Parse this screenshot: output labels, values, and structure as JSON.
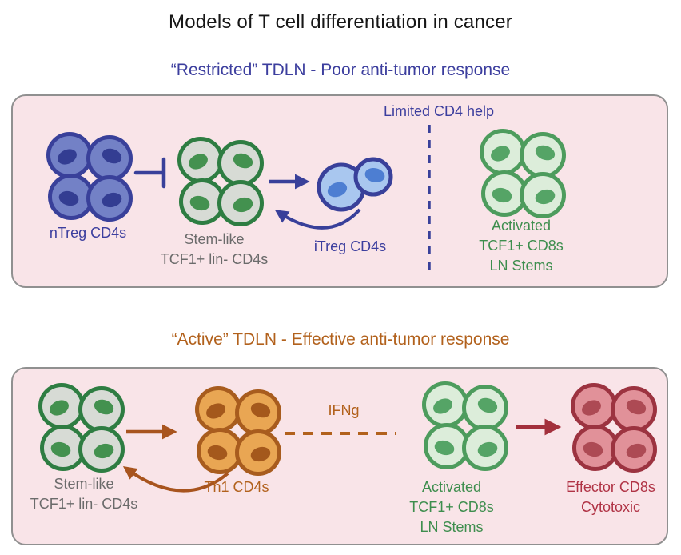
{
  "title": "Models of T cell differentiation in cancer",
  "panels": {
    "restricted": {
      "subtitle": "“Restricted” TDLN - Poor anti-tumor response",
      "limited_help": "Limited CD4 help",
      "ntreg_label": "nTreg CD4s",
      "stemlike_line1": "Stem-like",
      "stemlike_line2": "TCF1+ lin- CD4s",
      "itreg_label": "iTreg CD4s",
      "activated_line1": "Activated",
      "activated_line2": "TCF1+ CD8s",
      "activated_line3": "LN Stems"
    },
    "active": {
      "subtitle": "“Active” TDLN - Effective anti-tumor response",
      "stemlike_line1": "Stem-like",
      "stemlike_line2": "TCF1+ lin- CD4s",
      "th1_label": "Th1 CD4s",
      "ifng_label": "IFNg",
      "activated_line1": "Activated",
      "activated_line2": "TCF1+ CD8s",
      "activated_line3": "LN Stems",
      "effector_line1": "Effector CD8s",
      "effector_line2": "Cytotoxic"
    }
  },
  "cells": {
    "ntreg": {
      "layout": "quad",
      "fill": "#7381c6",
      "stroke": "#39409a",
      "nucleus": "#333d92"
    },
    "stemlike": {
      "layout": "quad",
      "fill": "#d7dbd5",
      "stroke": "#2e7d42",
      "nucleus": "#43914f"
    },
    "itreg": {
      "layout": "pair",
      "fill": "#a9c7ef",
      "stroke": "#39409a",
      "nucleus": "#4d7ed2"
    },
    "activated": {
      "layout": "quad",
      "fill": "#dcedda",
      "stroke": "#4d9c5d",
      "nucleus": "#55a466"
    },
    "th1": {
      "layout": "quad",
      "fill": "#e9a653",
      "stroke": "#a85c1e",
      "nucleus": "#a4581c"
    },
    "effector": {
      "layout": "quad",
      "fill": "#e19199",
      "stroke": "#9c3340",
      "nucleus": "#ad4a54"
    }
  },
  "colors": {
    "panel_bg": "#f9e4e8",
    "panel_border": "#909090",
    "title_ink": "#161616",
    "restricted_ink": "#3c3e9e",
    "active_ink": "#b2611c",
    "gray_ink": "#6b6b6b",
    "green_ink": "#3e8e4e",
    "red_ink": "#b03345",
    "arrow_blue": "#39409a",
    "arrow_brown": "#a8541e",
    "arrow_red": "#a3303c"
  }
}
